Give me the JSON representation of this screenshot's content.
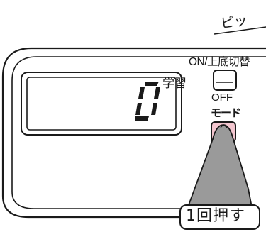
{
  "sound_effect": "ピッ",
  "display": {
    "digit": "0",
    "unit_label": "学習"
  },
  "power_button": {
    "label_top": "ON/上底切替",
    "label_bottom": "OFF"
  },
  "mode_button": {
    "label": "モード"
  },
  "instruction": "1回押す",
  "colors": {
    "outline": "#1a1a1a",
    "mode_button_fill": "#f3c6cf",
    "finger_fill": "#9a9a9a"
  }
}
